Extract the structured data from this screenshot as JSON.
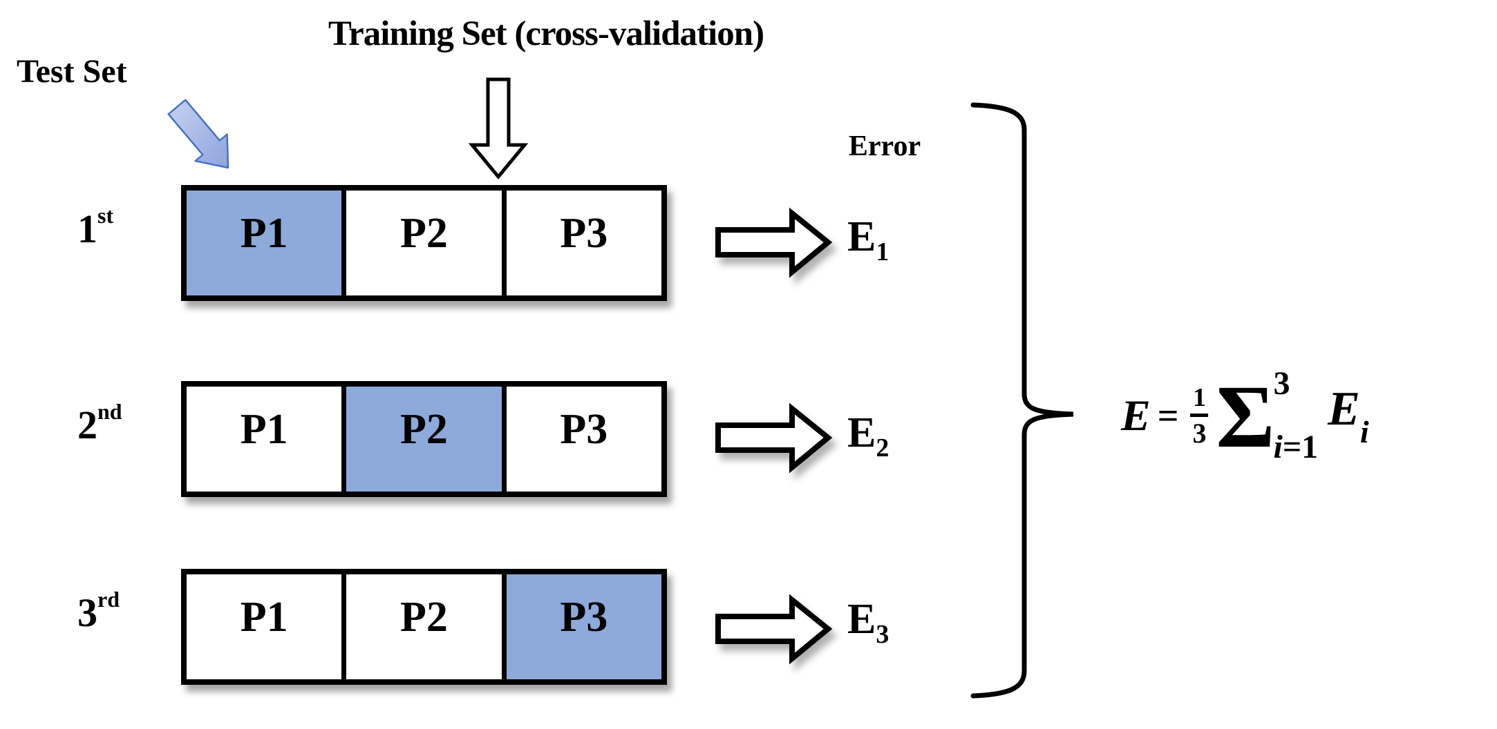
{
  "title": "Training Set (cross-validation)",
  "test_set_label": "Test Set",
  "error_label": "Error",
  "folds": [
    {
      "ordinal": "1",
      "ordinal_suffix": "st",
      "cells": [
        {
          "label": "P1",
          "role": "test"
        },
        {
          "label": "P2",
          "role": "train"
        },
        {
          "label": "P3",
          "role": "train"
        }
      ],
      "error_symbol": "E",
      "error_subscript": "1"
    },
    {
      "ordinal": "2",
      "ordinal_suffix": "nd",
      "cells": [
        {
          "label": "P1",
          "role": "train"
        },
        {
          "label": "P2",
          "role": "test"
        },
        {
          "label": "P3",
          "role": "train"
        }
      ],
      "error_symbol": "E",
      "error_subscript": "2"
    },
    {
      "ordinal": "3",
      "ordinal_suffix": "rd",
      "cells": [
        {
          "label": "P1",
          "role": "train"
        },
        {
          "label": "P2",
          "role": "train"
        },
        {
          "label": "P3",
          "role": "test"
        }
      ],
      "error_symbol": "E",
      "error_subscript": "3"
    }
  ],
  "formula": {
    "lhs": "E",
    "equals": "=",
    "fraction_numerator": "1",
    "fraction_denominator": "3",
    "sigma": "Σ",
    "upper_limit": "3",
    "lower_limit_var": "i",
    "lower_limit_rest": "=1",
    "term_symbol": "E",
    "term_subscript": "i"
  },
  "icons": {
    "test_set_arrow": "diagonal-down-right-block-arrow",
    "training_set_arrow": "down-block-arrow",
    "error_arrow": "right-block-arrow",
    "summary_brace": "right-curly-brace"
  },
  "colors": {
    "test_cell_fill": "#8EAADB",
    "train_cell_fill": "#FFFFFF",
    "outline": "#000000",
    "test_arrow_fill_light": "#C7D1F0",
    "test_arrow_fill": "#8FA3DE",
    "test_arrow_border": "#4472C4",
    "text": "#000000"
  }
}
